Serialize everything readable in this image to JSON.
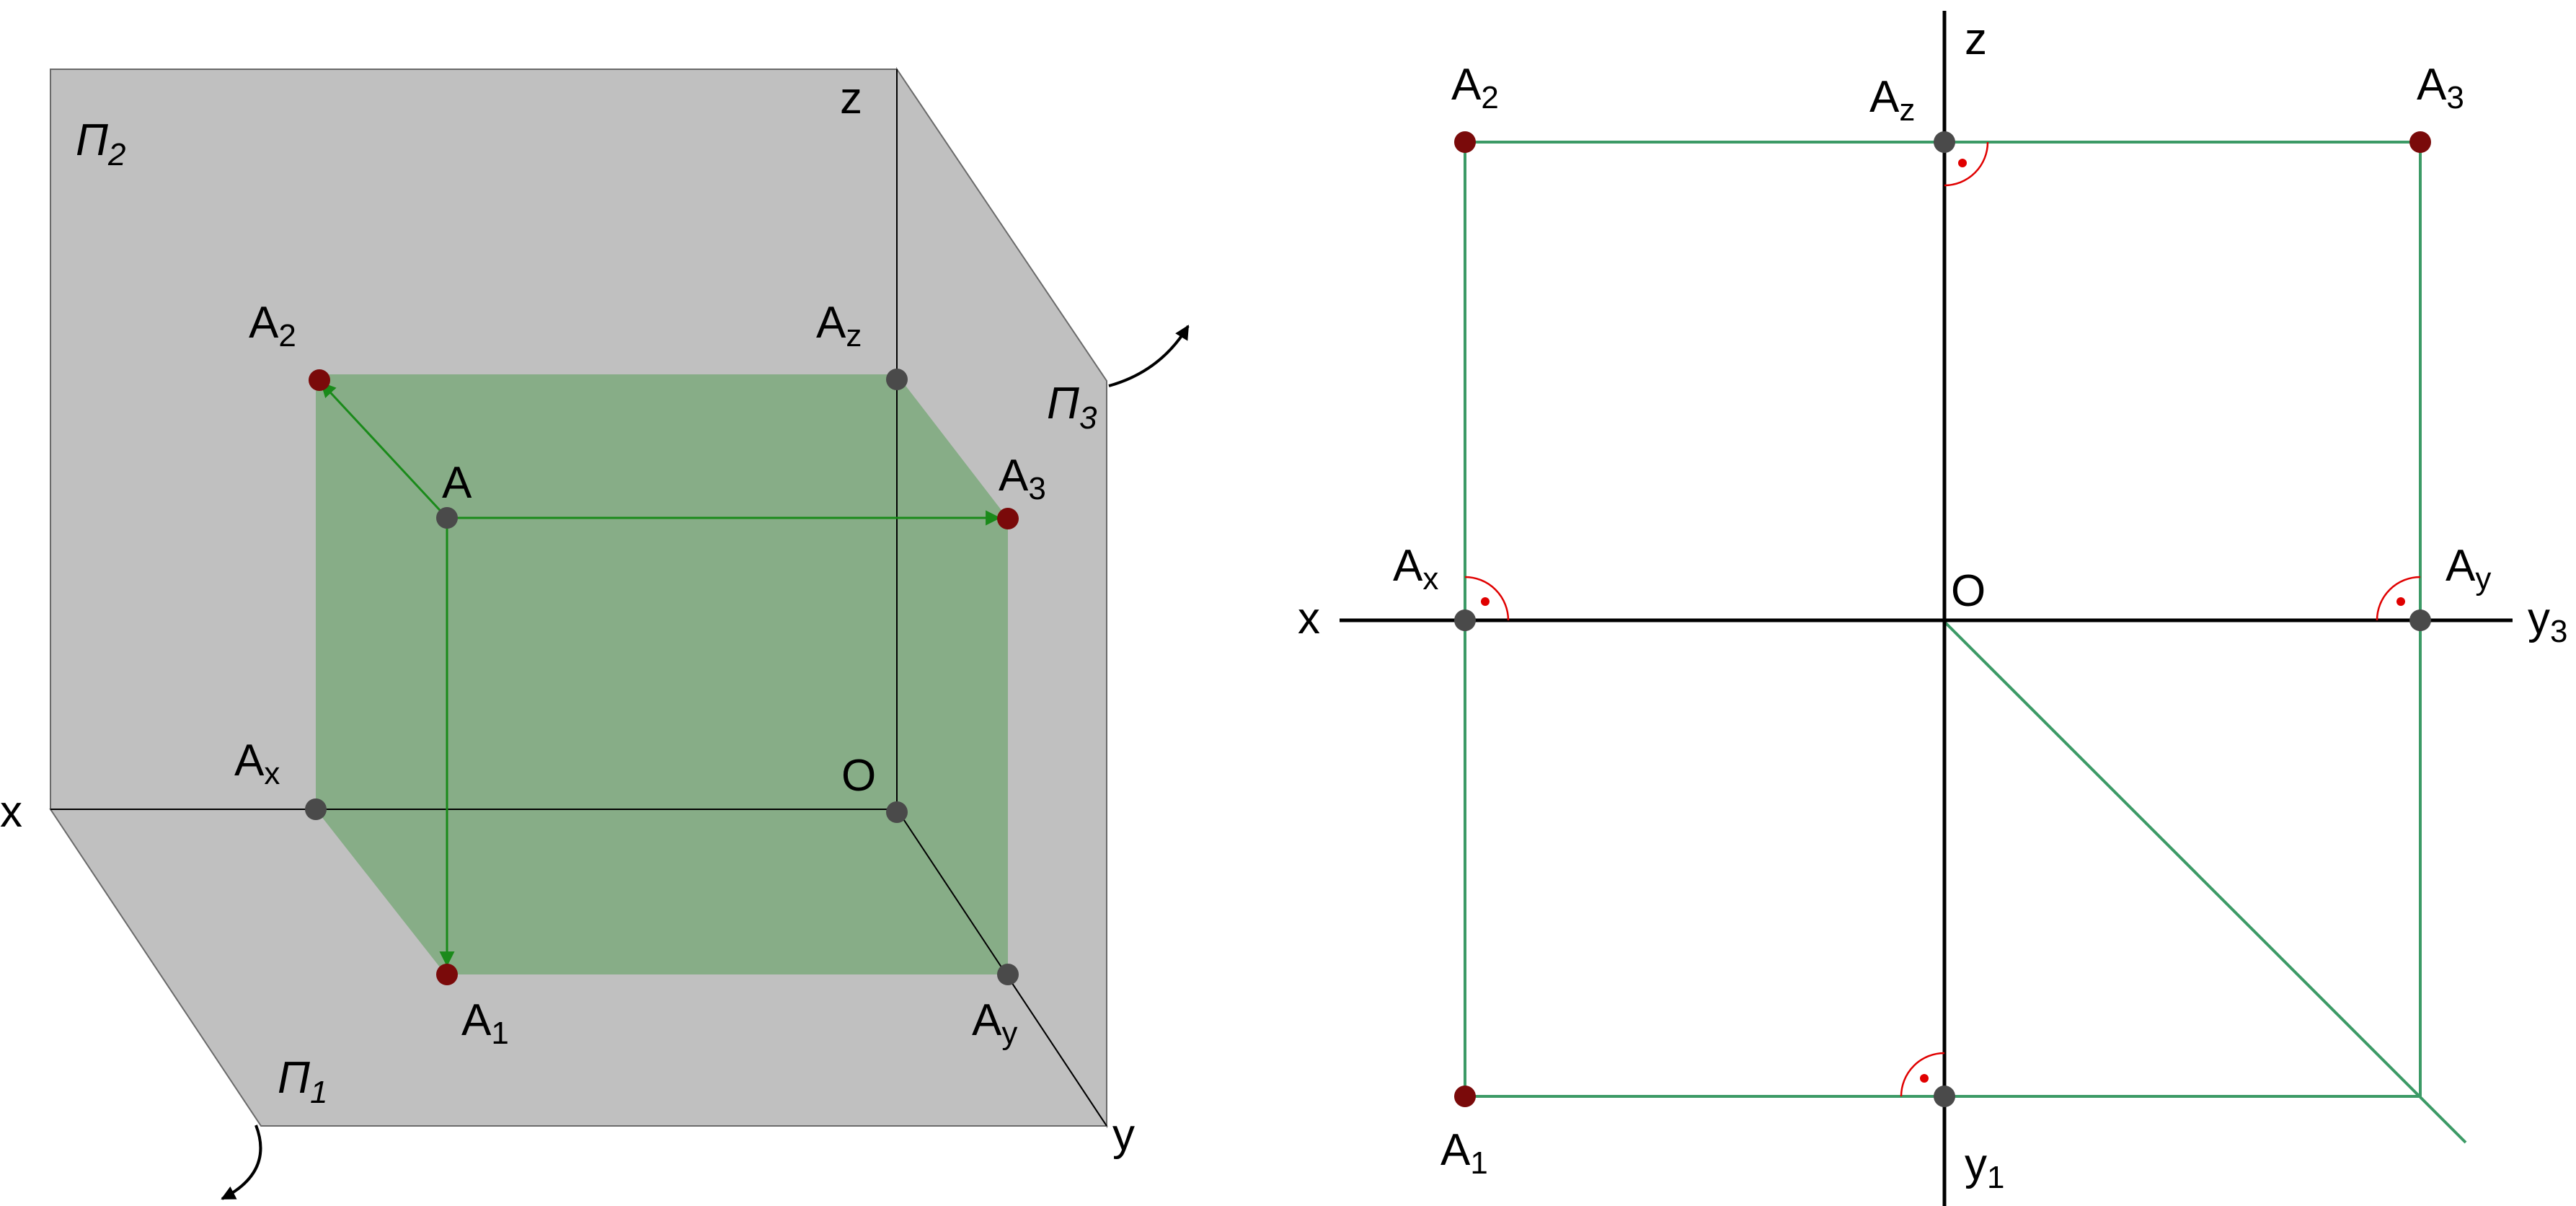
{
  "colors": {
    "plane": "#c0c0c0",
    "plane_edge": "#6a6a6a",
    "projector_box": "#87ad87",
    "projector_line": "#1a8a1a",
    "epure_line": "#3c9a66",
    "point_projection": "#7a0a0a",
    "point_auxiliary": "#4a4a4a",
    "right_angle_mark": "#e00000",
    "axis": "#000000"
  },
  "icons": [
    "rotation-arrow-icon",
    "right-angle-icon"
  ],
  "left_figure": {
    "planes": {
      "p2": {
        "base": "П",
        "sub": "2"
      },
      "p3": {
        "base": "П",
        "sub": "3"
      },
      "p1": {
        "base": "П",
        "sub": "1"
      }
    },
    "axes": {
      "x": "x",
      "y": "y",
      "z": "z",
      "origin": "O"
    },
    "points": {
      "A": {
        "base": "A",
        "sub": ""
      },
      "A1": {
        "base": "A",
        "sub": "1"
      },
      "A2": {
        "base": "A",
        "sub": "2"
      },
      "A3": {
        "base": "A",
        "sub": "3"
      },
      "Ax": {
        "base": "A",
        "sub": "x"
      },
      "Ay": {
        "base": "A",
        "sub": "y"
      },
      "Az": {
        "base": "A",
        "sub": "z"
      }
    }
  },
  "right_figure": {
    "axes": {
      "x": "x",
      "z": "z",
      "y1": {
        "base": "y",
        "sub": "1"
      },
      "y3": {
        "base": "y",
        "sub": "3"
      },
      "origin": "O"
    },
    "points": {
      "A1": {
        "base": "A",
        "sub": "1"
      },
      "A2": {
        "base": "A",
        "sub": "2"
      },
      "A3": {
        "base": "A",
        "sub": "3"
      },
      "Ax": {
        "base": "A",
        "sub": "x"
      },
      "Ay": {
        "base": "A",
        "sub": "y"
      },
      "Az": {
        "base": "A",
        "sub": "z"
      }
    }
  }
}
